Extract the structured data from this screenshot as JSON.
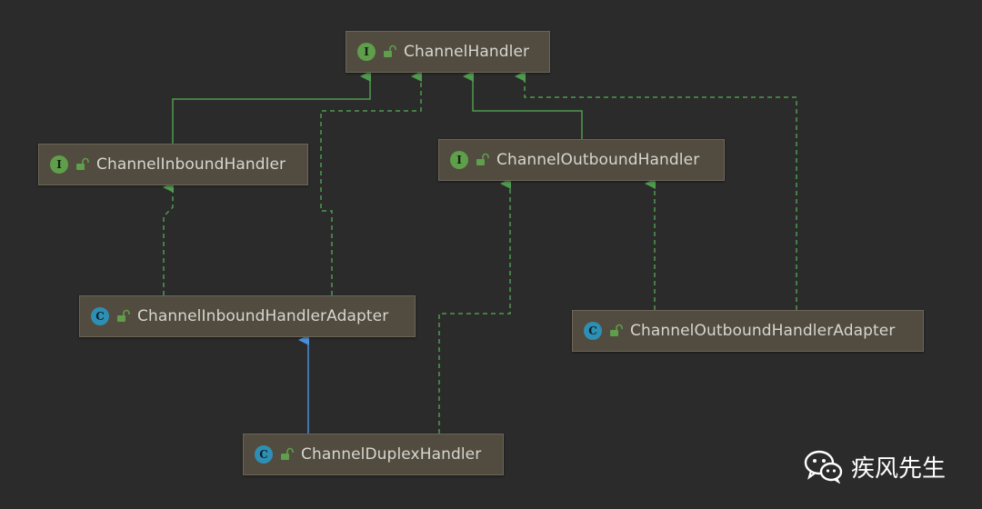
{
  "colors": {
    "background": "#2b2b2b",
    "node_fill": "#514c3f",
    "interface_badge": "#5f9e4a",
    "class_badge": "#2e8fb4",
    "implements_edge": "#4f9a4f",
    "extends_edge": "#4f9a4f",
    "extends_class_edge": "#4a90d9"
  },
  "nodes": {
    "channel_handler": {
      "kind": "I",
      "label": "ChannelHandler"
    },
    "channel_inbound_handler": {
      "kind": "I",
      "label": "ChannelInboundHandler"
    },
    "channel_outbound_handler": {
      "kind": "I",
      "label": "ChannelOutboundHandler"
    },
    "channel_inbound_handler_adapter": {
      "kind": "C",
      "label": "ChannelInboundHandlerAdapter"
    },
    "channel_outbound_handler_adapter": {
      "kind": "C",
      "label": "ChannelOutboundHandlerAdapter"
    },
    "channel_duplex_handler": {
      "kind": "C",
      "label": "ChannelDuplexHandler"
    }
  },
  "edges": [
    {
      "from": "channel_inbound_handler",
      "to": "channel_handler",
      "style": "solid"
    },
    {
      "from": "channel_outbound_handler",
      "to": "channel_handler",
      "style": "solid"
    },
    {
      "from": "channel_inbound_handler_adapter",
      "to": "channel_handler",
      "style": "dashed"
    },
    {
      "from": "channel_outbound_handler_adapter",
      "to": "channel_handler",
      "style": "dashed"
    },
    {
      "from": "channel_inbound_handler_adapter",
      "to": "channel_inbound_handler",
      "style": "dashed"
    },
    {
      "from": "channel_outbound_handler_adapter",
      "to": "channel_outbound_handler",
      "style": "dashed"
    },
    {
      "from": "channel_duplex_handler",
      "to": "channel_outbound_handler",
      "style": "dashed"
    },
    {
      "from": "channel_duplex_handler",
      "to": "channel_inbound_handler_adapter",
      "style": "solid-blue"
    }
  ],
  "watermark": {
    "icon": "wechat-icon",
    "text": "疾风先生"
  }
}
